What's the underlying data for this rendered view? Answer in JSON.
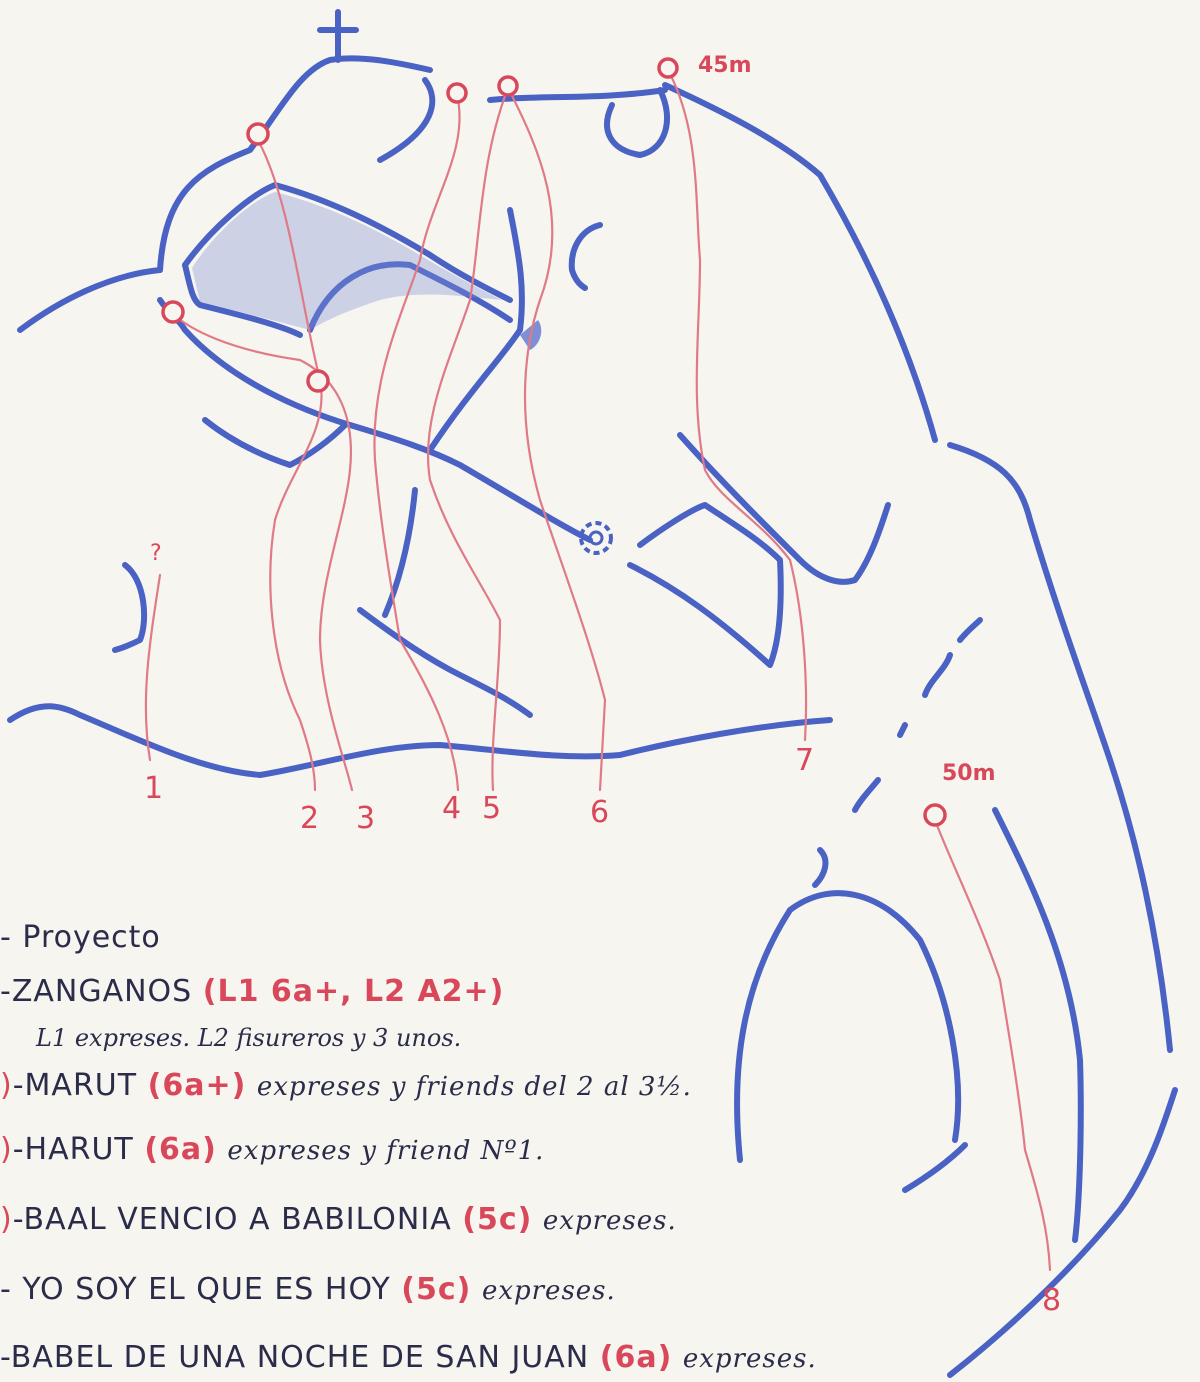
{
  "distances": {
    "top": "45m",
    "right": "50m"
  },
  "routes": [
    {
      "num": "1",
      "name": "Proyecto",
      "grade": "",
      "note": ""
    },
    {
      "num": "2",
      "name": "ZANGANOS",
      "grade": "(L1 6a+, L2 A2+)",
      "note": "",
      "subnote": "L1 expreses. L2 fisureros y 3 unos."
    },
    {
      "num": "3",
      "name": "MARUT",
      "grade": "(6a+)",
      "note": "expreses y friends del 2 al 3½."
    },
    {
      "num": "4",
      "name": "HARUT",
      "grade": "(6a)",
      "note": "expreses y friend Nº1."
    },
    {
      "num": "5",
      "name": "BAAL VENCIO A BABILONIA",
      "grade": "(5c)",
      "note": "expreses."
    },
    {
      "num": "6",
      "name": "YO SOY EL QUE ES HOY",
      "grade": "(5c)",
      "note": "expreses."
    },
    {
      "num": "7",
      "name": "BABEL DE UNA NOCHE DE SAN JUAN",
      "grade": "(6a)",
      "note": "expreses."
    },
    {
      "num": "8",
      "name": "",
      "grade": "",
      "note": ""
    }
  ],
  "marks": {
    "question": "?"
  },
  "colors": {
    "rock": "#4a62c4",
    "route": "#e07a86",
    "text": "#2b2b4a",
    "grade": "#d9485a"
  }
}
